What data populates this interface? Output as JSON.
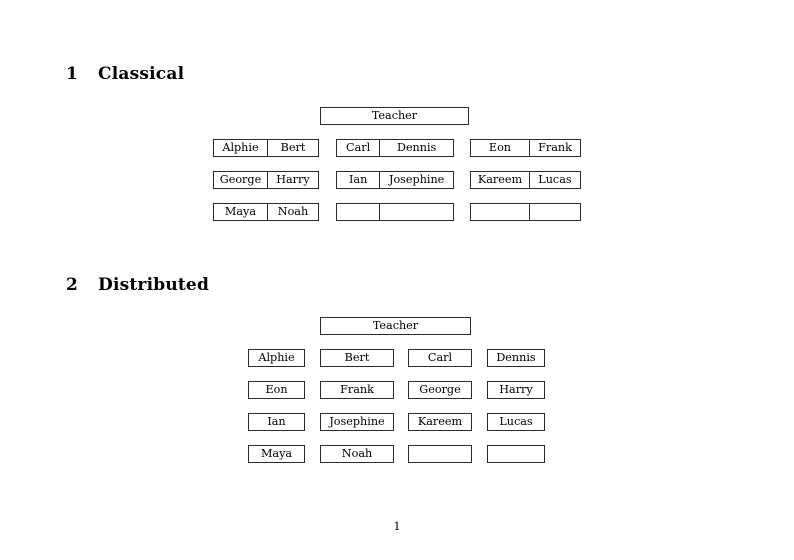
{
  "document": {
    "page_number": "1",
    "background": "#ffffff",
    "text_color": "#000000",
    "border_color": "#2b2b2b"
  },
  "sections": [
    {
      "number": "1",
      "title": "Classical",
      "teacher": {
        "label": "Teacher"
      },
      "groups": [
        {
          "name": "group-left",
          "rows": [
            {
              "cells": [
                "Alphie",
                "Bert"
              ]
            },
            {
              "cells": [
                "George",
                "Harry"
              ]
            },
            {
              "cells": [
                "Maya",
                "Noah"
              ]
            }
          ]
        },
        {
          "name": "group-middle",
          "rows": [
            {
              "cells": [
                "Carl",
                "Dennis"
              ]
            },
            {
              "cells": [
                "Ian",
                "Josephine"
              ]
            },
            {
              "cells": [
                "",
                ""
              ]
            }
          ]
        },
        {
          "name": "group-right",
          "rows": [
            {
              "cells": [
                "Eon",
                "Frank"
              ]
            },
            {
              "cells": [
                "Kareem",
                "Lucas"
              ]
            },
            {
              "cells": [
                "",
                ""
              ]
            }
          ]
        }
      ]
    },
    {
      "number": "2",
      "title": "Distributed",
      "teacher": {
        "label": "Teacher"
      },
      "rows": [
        {
          "cells": [
            "Alphie",
            "Bert",
            "Carl",
            "Dennis"
          ]
        },
        {
          "cells": [
            "Eon",
            "Frank",
            "George",
            "Harry"
          ]
        },
        {
          "cells": [
            "Ian",
            "Josephine",
            "Kareem",
            "Lucas"
          ]
        },
        {
          "cells": [
            "Maya",
            "Noah",
            "",
            ""
          ]
        }
      ]
    }
  ]
}
